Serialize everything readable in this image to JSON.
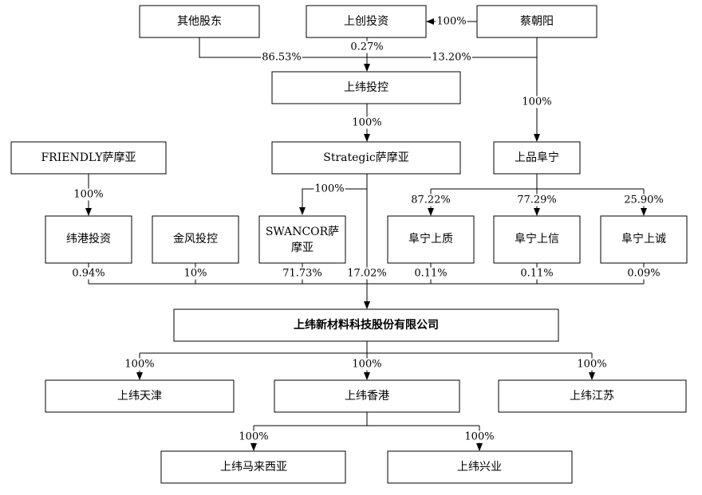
{
  "nodes": {
    "others": "其他股东",
    "shangchuang": "上创投资",
    "caichaoyang": "蔡朝阳",
    "shangwei_holding": "上纬投控",
    "friendly": "FRIENDLY萨摩亚",
    "strategic": "Strategic萨摩亚",
    "shangpin": "上品阜宁",
    "weigang": "纬港投资",
    "jinfeng": "金风投控",
    "swancor_1": "SWANCOR萨",
    "swancor_2": "摩亚",
    "funing_sz": "阜宁上质",
    "funing_sx": "阜宁上信",
    "funing_sc": "阜宁上诚",
    "company": "上纬新材料科技股份有限公司",
    "tianjin": "上纬天津",
    "hongkong": "上纬香港",
    "jiangsu": "上纬江苏",
    "malaysia": "上纬马来西亚",
    "xingye": "上纬兴业"
  },
  "percents": {
    "chaoyang_to_shangchuang": "100%",
    "others_to_holding": "86.53%",
    "shangchuang_to_holding": "0.27%",
    "chaoyang_to_holding": "13.20%",
    "chaoyang_to_shangpin": "100%",
    "holding_to_strategic": "100%",
    "friendly_to_weigang": "100%",
    "strategic_to_swancor": "100%",
    "shangpin_to_sz": "87.22%",
    "shangpin_to_sx": "77.29%",
    "shangpin_to_sc": "25.90%",
    "weigang_to_company": "0.94%",
    "jinfeng_to_company": "10%",
    "swancor_to_company": "71.73%",
    "strategic_to_company": "17.02%",
    "sz_to_company": "0.11%",
    "sx_to_company": "0.11%",
    "sc_to_company": "0.09%",
    "company_to_tianjin": "100%",
    "company_to_hongkong": "100%",
    "company_to_jiangsu": "100%",
    "hongkong_to_malaysia": "100%",
    "hongkong_to_xingye": "100%"
  }
}
